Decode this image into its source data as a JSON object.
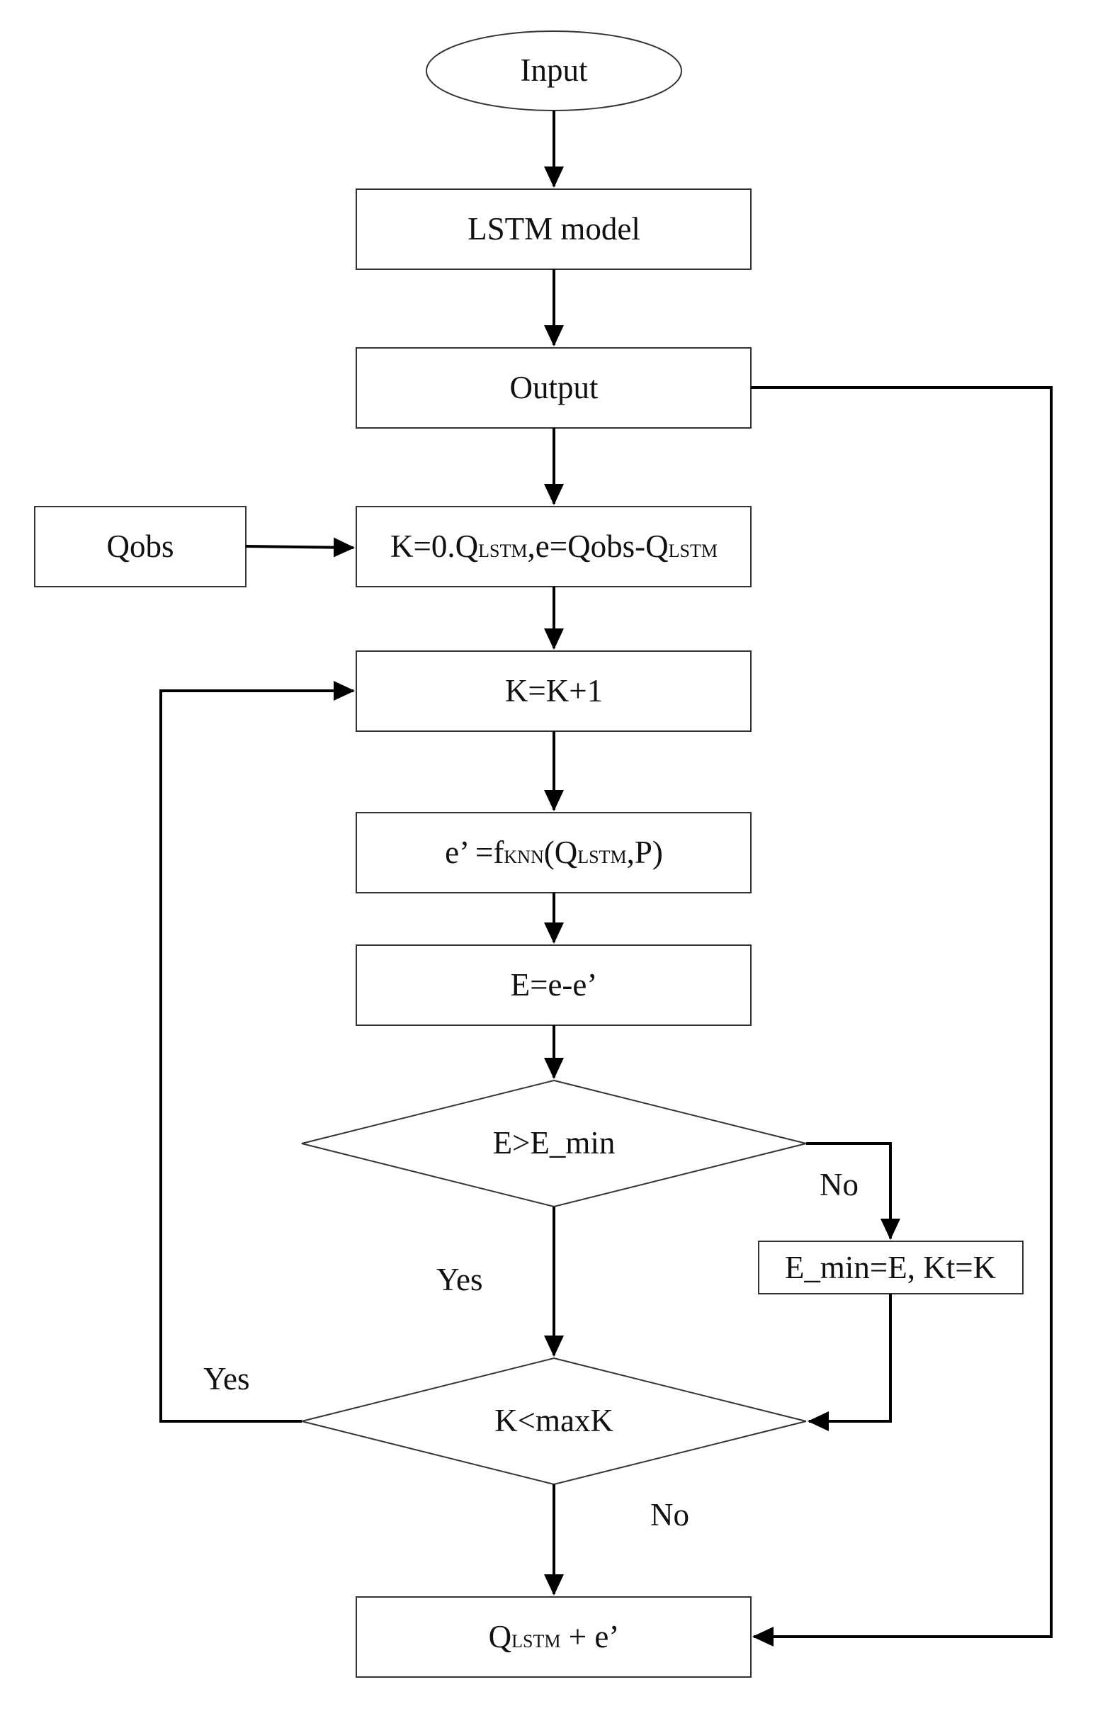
{
  "nodes": {
    "input": "Input",
    "lstm_model": "LSTM model",
    "output": "Output",
    "qobs": "Qobs",
    "init": {
      "k0": "K=0.Q",
      "k0_sub": "LSTM",
      "e_eq": ",e=Qobs-Q",
      "e_sub": "LSTM"
    },
    "increment": "K=K+1",
    "knn": {
      "lhs": "e’ =f",
      "f_sub": "KNN",
      "paren_open": "(Q",
      "q_sub": "LSTM",
      "rest": ",P)"
    },
    "error": "E=e-e’",
    "cond_emin": "E>E_min",
    "update": "E_min=E, Kt=K",
    "cond_maxk": "K<maxK",
    "result": {
      "q": "Q",
      "q_sub": "LSTM",
      "rest": " + e’"
    }
  },
  "edge_labels": {
    "emin_no": "No",
    "emin_yes": "Yes",
    "maxk_yes": "Yes",
    "maxk_no": "No"
  }
}
